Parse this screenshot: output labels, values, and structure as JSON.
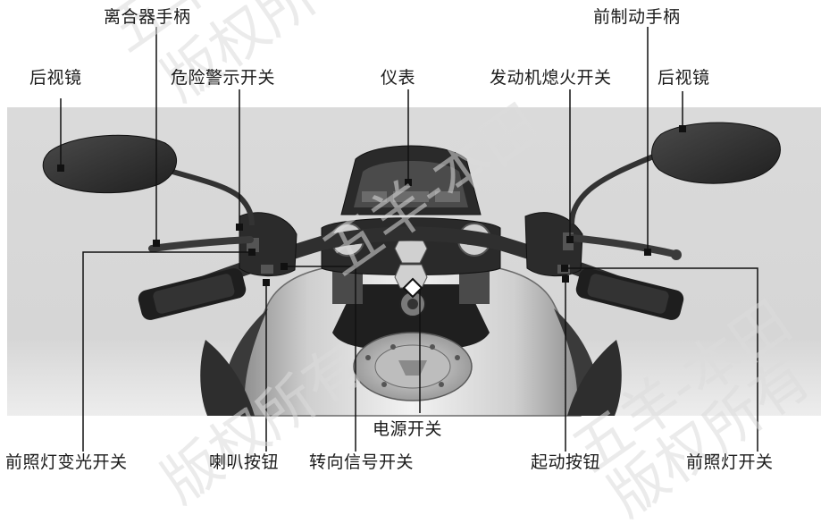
{
  "labels": {
    "clutch_lever": "离合器手柄",
    "front_brake_lever": "前制动手柄",
    "mirror_left": "后视镜",
    "hazard_switch": "危险警示开关",
    "meter": "仪表",
    "engine_stop_switch": "发动机熄火开关",
    "mirror_right": "后视镜",
    "dimmer_switch": "前照灯变光开关",
    "horn_button": "喇叭按钮",
    "turn_signal_switch": "转向信号开关",
    "ignition_switch": "电源开关",
    "start_button": "起动按钮",
    "headlight_switch": "前照灯开关"
  },
  "watermark": {
    "lines": [
      "五羊-本田",
      "版权所有",
      "五羊-本田",
      "版权所有",
      "五羊-本田",
      "版权所有"
    ]
  },
  "colors": {
    "panel": "#d9d9d9",
    "leader": "#111111",
    "bike_dark": "#2b2b2b"
  }
}
